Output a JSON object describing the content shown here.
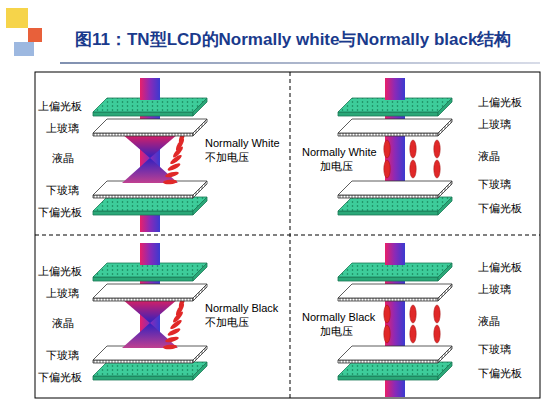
{
  "diagram": {
    "title": "图11：TN型LCD的Normally white与Normally black结构",
    "labels": [
      "上偏光板",
      "上玻璃",
      "液晶",
      "下玻璃",
      "下偏光板",
      "Normally White",
      "不加电压",
      "Normally White",
      "加电压",
      "上偏光板",
      "上玻璃",
      "液晶",
      "下玻璃",
      "下偏光板",
      "上偏光板",
      "上玻璃",
      "液晶",
      "下玻璃",
      "下偏光板",
      "Normally Black",
      "不加电压",
      "Normally Black",
      "加电压",
      "上偏光板",
      "上玻璃",
      "液晶",
      "下玻璃",
      "下偏光板"
    ]
  }
}
